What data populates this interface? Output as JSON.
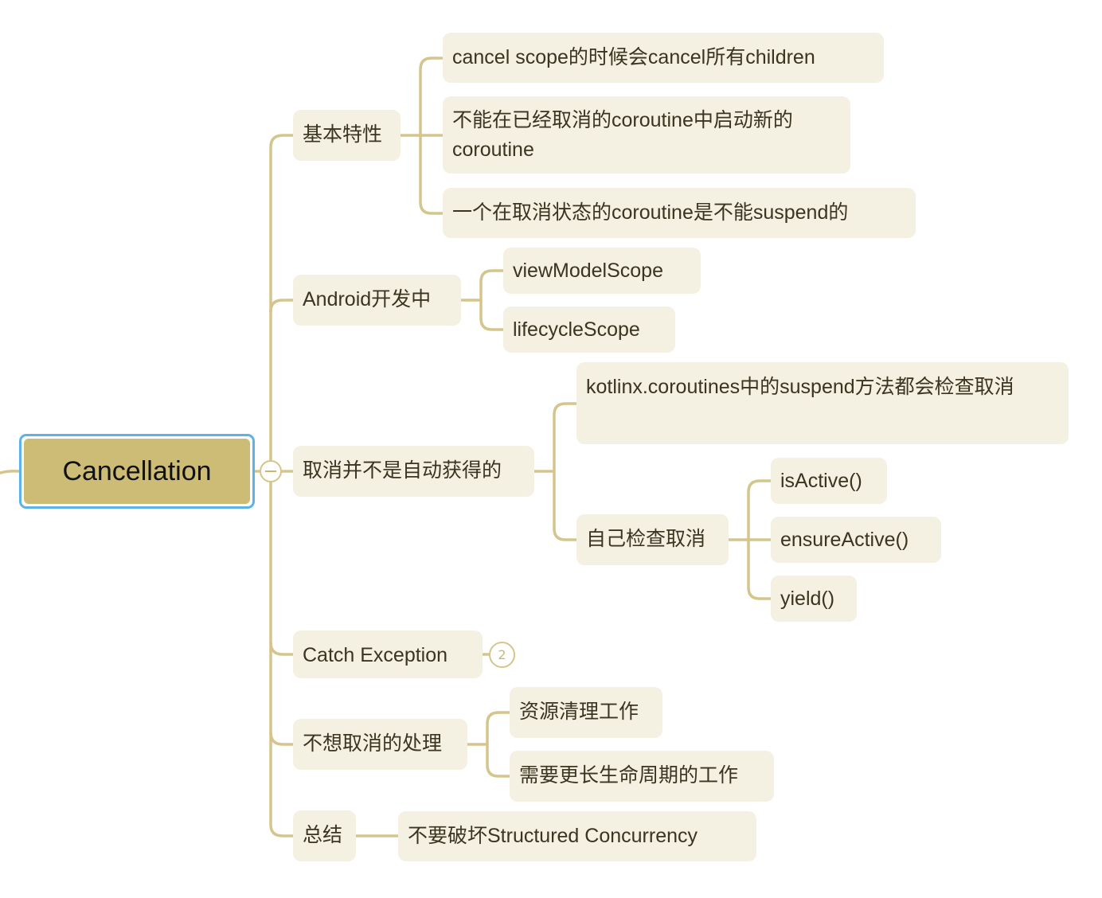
{
  "root": {
    "label": "Cancellation"
  },
  "branches": {
    "basic": {
      "label": "基本特性",
      "children": [
        "cancel scope的时候会cancel所有children",
        "不能在已经取消的coroutine中启动新的coroutine",
        "一个在取消状态的coroutine是不能suspend的"
      ]
    },
    "android": {
      "label": "Android开发中",
      "children": [
        "viewModelScope",
        "lifecycleScope"
      ]
    },
    "notauto": {
      "label": "取消并不是自动获得的",
      "children": [
        "kotlinx.coroutines中的suspend方法都会检查取消",
        "自己检查取消"
      ],
      "selfcheck": [
        "isActive()",
        "ensureActive()",
        "yield()"
      ]
    },
    "catch": {
      "label": "Catch Exception",
      "hidden_count": "2"
    },
    "nocancel": {
      "label": "不想取消的处理",
      "children": [
        "资源清理工作",
        "需要更长生命周期的工作"
      ]
    },
    "summary": {
      "label": "总结",
      "children": [
        "不要破坏Structured Concurrency"
      ]
    }
  },
  "colors": {
    "root_fill": "#cdbc75",
    "selection_border": "#5db2ea",
    "node_fill": "#f4f0e2",
    "connector": "#d5c58c",
    "text": "#3a3420"
  }
}
